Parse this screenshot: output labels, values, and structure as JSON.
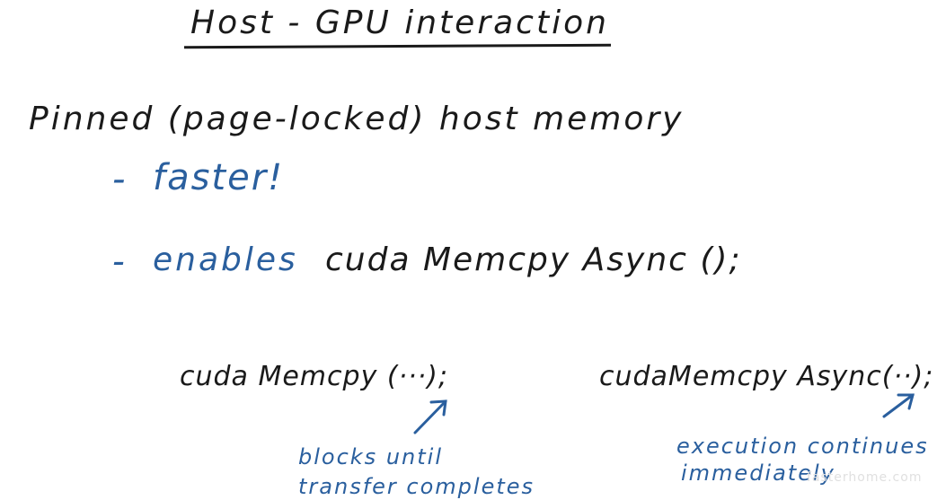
{
  "board": {
    "title": "Host - GPU interaction",
    "heading": "Pinned (page-locked) host memory",
    "bullet_dash": "-",
    "bullet1": "faster!",
    "bullet2_label": "enables",
    "bullet2_call": "cuda Memcpy Async ();",
    "code_sync": "cuda Memcpy (···);",
    "code_async": "cudaMemcpy Async(··);",
    "note_sync_line1": "blocks until",
    "note_sync_line2": "transfer completes",
    "note_async_line1": "execution continues",
    "note_async_line2": "immediately",
    "watermark": "fasterhome.com"
  },
  "colors": {
    "ink": "#1a1a1a",
    "marker_blue": "#2a5f9e",
    "background": "#ffffff"
  }
}
